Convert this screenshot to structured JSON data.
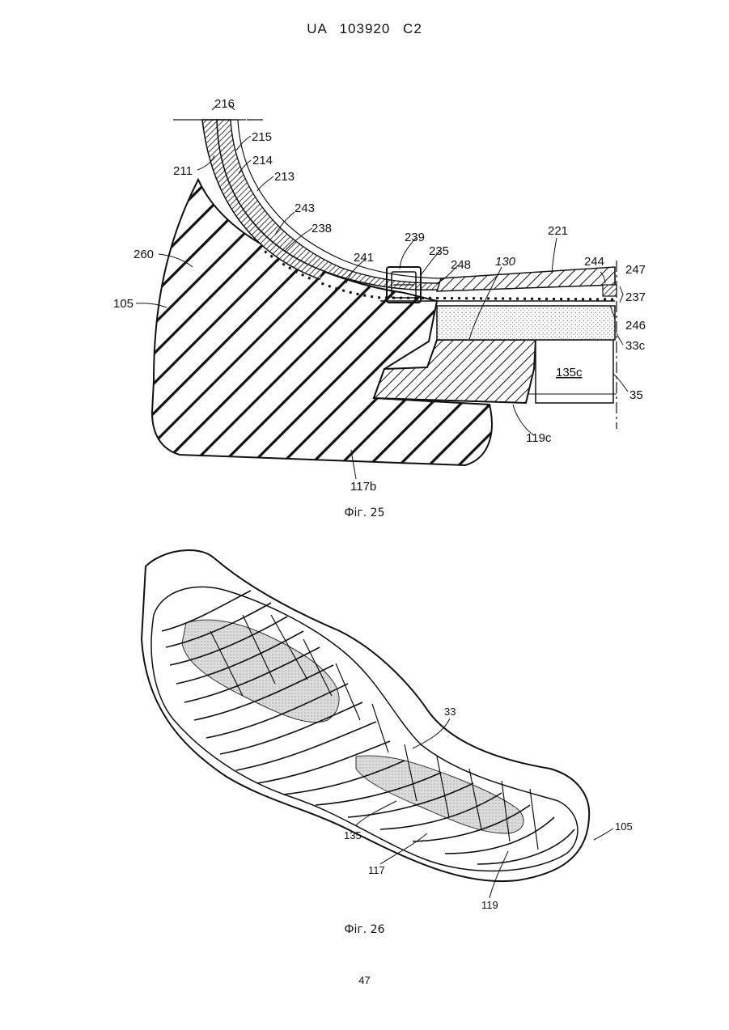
{
  "header": {
    "text": "UA   103920   C2"
  },
  "figure25": {
    "caption": "Фіг. 25",
    "labels": {
      "l216": "216",
      "l215": "215",
      "l214": "214",
      "l213": "213",
      "l211": "211",
      "l243": "243",
      "l238": "238",
      "l260": "260",
      "l105": "105",
      "l241": "241",
      "l239": "239",
      "l235": "235",
      "l248": "248",
      "l130": "130",
      "l221": "221",
      "l244": "244",
      "l247": "247",
      "l237": "237",
      "l246": "246",
      "l33c": "33c",
      "l135c": "135c",
      "l35": "35",
      "l119c": "119c",
      "l117b": "117b"
    }
  },
  "figure26": {
    "caption": "Фіг. 26",
    "labels": {
      "l33": "33",
      "l105": "105",
      "l135": "135",
      "l117": "117",
      "l119": "119"
    }
  },
  "footer": {
    "page_number": "47"
  },
  "colors": {
    "ink": "#111111",
    "stipple": "#d8d8d8",
    "paper": "#ffffff"
  }
}
